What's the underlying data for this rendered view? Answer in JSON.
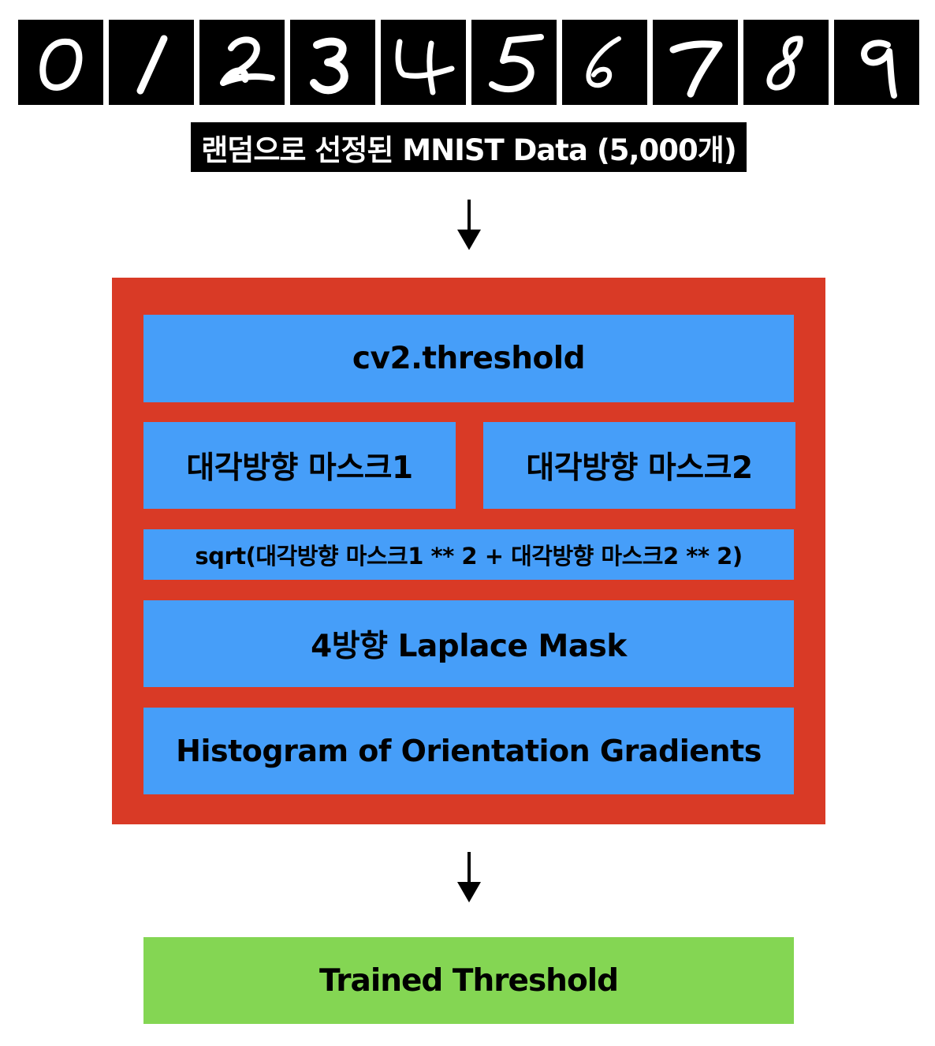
{
  "digits": [
    "0",
    "1",
    "2",
    "3",
    "4",
    "5",
    "6",
    "7",
    "8",
    "9"
  ],
  "caption": "랜덤으로 선정된 MNIST Data (5,000개)",
  "pipeline": {
    "step_threshold": "cv2.threshold",
    "mask1": "대각방향 마스크1",
    "mask2": "대각방향 마스크2",
    "combine": "sqrt(대각방향 마스크1 ** 2 + 대각방향 마스크2 ** 2)",
    "laplace": "4방향 Laplace Mask",
    "hog": "Histogram of Orientation Gradients"
  },
  "result": "Trained Threshold",
  "colors": {
    "frame": "#d93a26",
    "box": "#469ef9",
    "result": "#84d653",
    "caption_bg": "#000000"
  }
}
